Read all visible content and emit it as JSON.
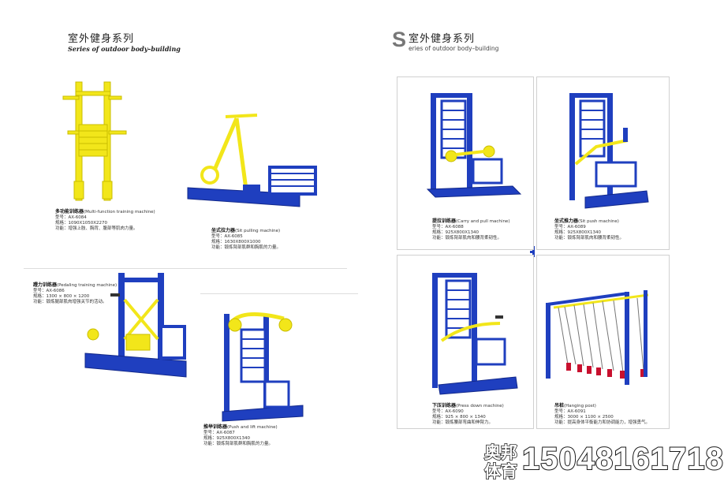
{
  "left_header": {
    "title_cn": "室外健身系列",
    "title_en": "Series of outdoor body–building"
  },
  "right_header": {
    "initial": "S",
    "title_cn": "室外健身系列",
    "title_en": "eries of outdoor body–building"
  },
  "products": [
    {
      "name": "多功能训练器",
      "name_en": "(Multi-function training machine)",
      "model": "型号：AX-6084",
      "size": "规格：1090X1050X2270",
      "func": "功能：增强上肢、胸背、腹部等肌肉力量。"
    },
    {
      "name": "坐式拉力器",
      "name_en": "(Sit pulling machine)",
      "model": "型号：AX-6085",
      "size": "规格：1630X800X1000",
      "func": "功能：锻炼臂部肌群和胸肌的力量。"
    },
    {
      "name": "蹬力训练器",
      "name_en": "(Pedaling training machine)",
      "model": "型号：AX-6086",
      "size": "规格：1300 × 800 × 1200",
      "func": "功能：锻炼腿部肌肉增强关节的活动。"
    },
    {
      "name": "推举训练器",
      "name_en": "(Push and lift machine)",
      "model": "型号：AX-6087",
      "size": "规格：925X800X1340",
      "func": "功能：锻炼臂部肌群和胸肌的力量。"
    },
    {
      "name": "提拉训练器",
      "name_en": "(Carry and pull machine)",
      "model": "型号：AX-6088",
      "size": "规格：925X800X1340",
      "func": "功能：锻炼臂部肌肉和腰背柔韧性。"
    },
    {
      "name": "坐式推力器",
      "name_en": "(Sit push machine)",
      "model": "型号：AX-6089",
      "size": "规格：925X800X1340",
      "func": "功能：锻炼臂部肌肉和腰背柔韧性。"
    },
    {
      "name": "下压训练器",
      "name_en": "(Press down machine)",
      "model": "型号：AX-6090",
      "size": "规格：925 × 800 × 1340",
      "func": "功能：锻炼腰部弯曲和伸臂力。"
    },
    {
      "name": "吊桩",
      "name_en": "(Hanging post)",
      "model": "型号：AX-6091",
      "size": "规格：3000 × 1100 × 2500",
      "func": "功能：提高身体平衡能力和协调能力，增强勇气。"
    }
  ],
  "watermark": {
    "brand_line1": "奥邦",
    "brand_line2": "体育",
    "phone": "15048161718"
  },
  "colors": {
    "blue": "#1f3fbf",
    "yellow": "#f2e61a",
    "dark_blue": "#12288a",
    "red": "#c8102e"
  }
}
